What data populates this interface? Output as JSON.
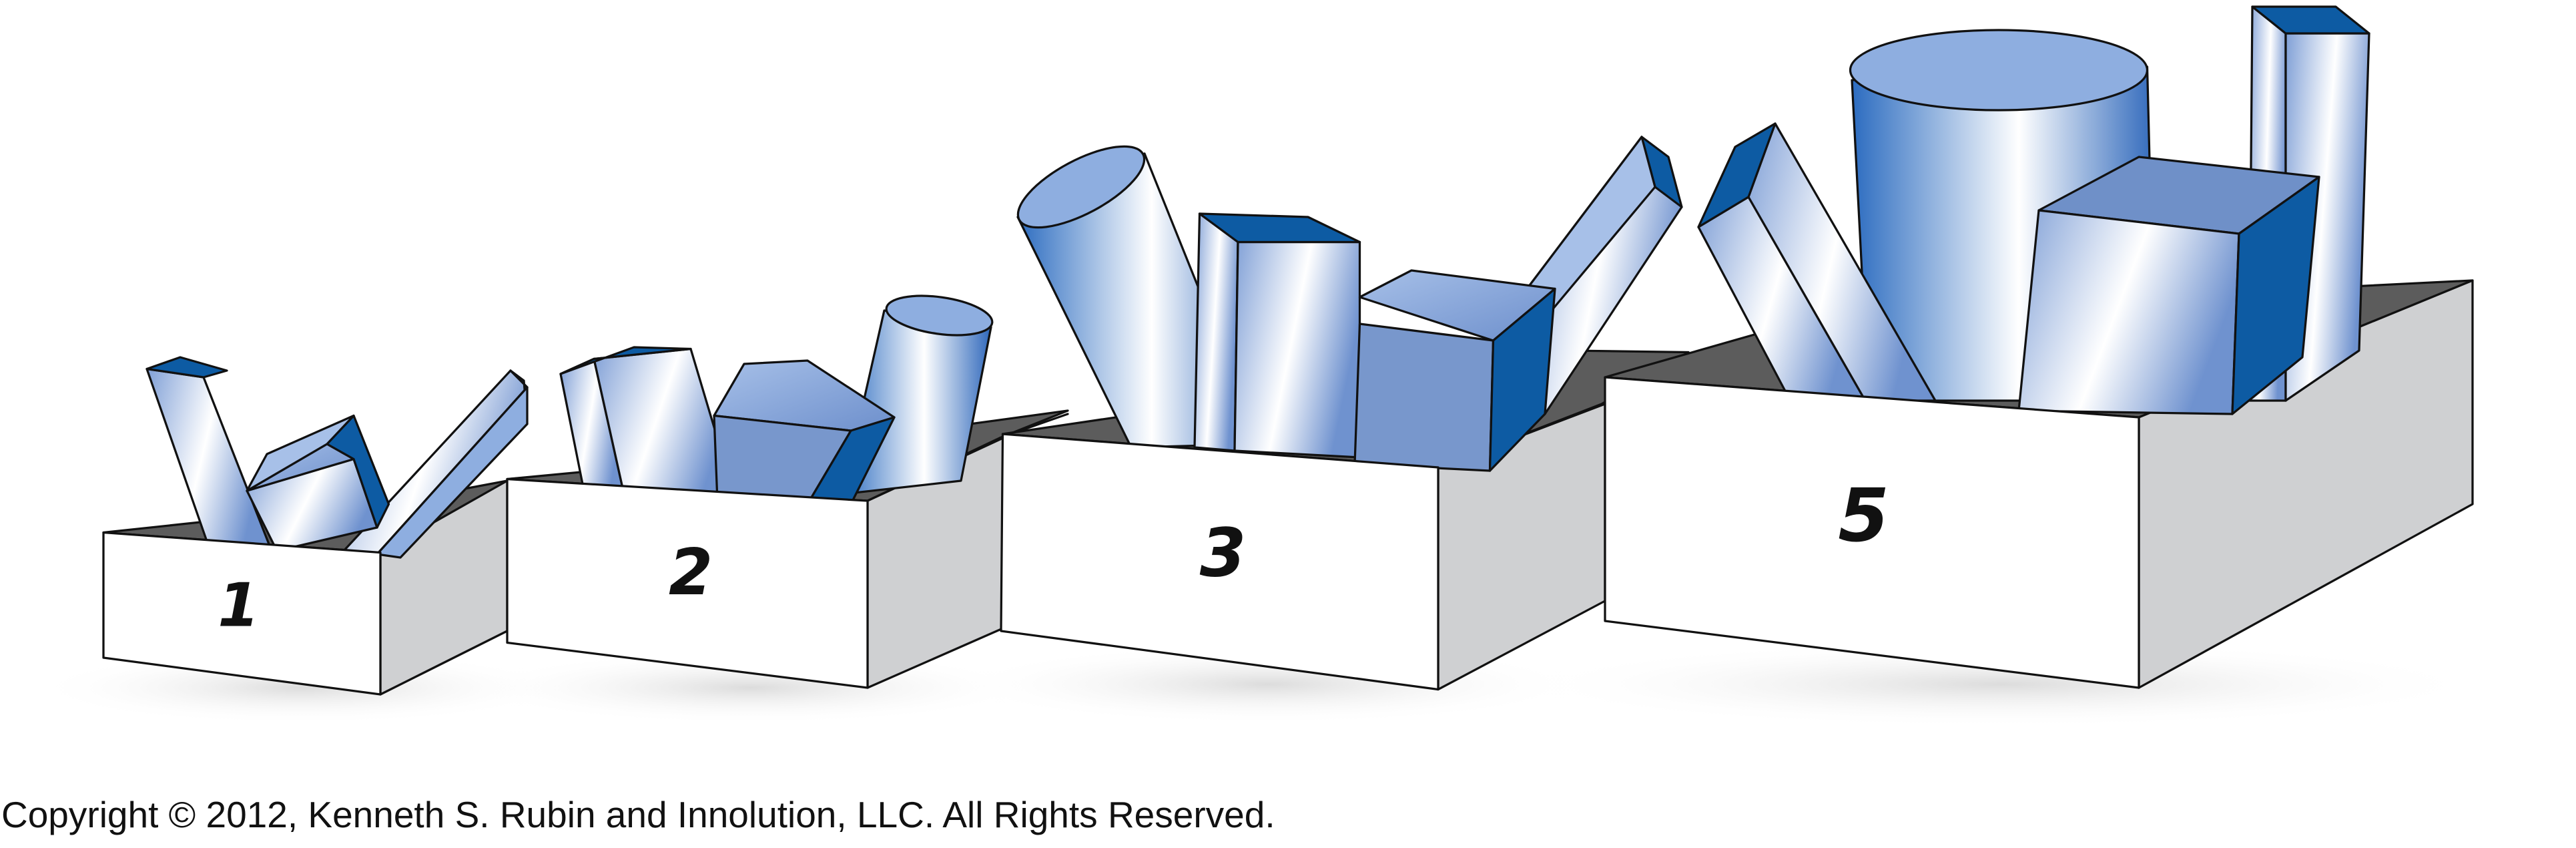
{
  "boxes": [
    {
      "label": "1"
    },
    {
      "label": "2"
    },
    {
      "label": "3"
    },
    {
      "label": "5"
    }
  ],
  "copyright": "Copyright © 2012, Kenneth S. Rubin and Innolution, LLC. All Rights Reserved.",
  "colors": {
    "box_front": "#ffffff",
    "box_side": "#cfd0d2",
    "box_inside": "#5c5c5c",
    "object_light": "#ffffff",
    "object_mid": "#8eaee0",
    "object_dark": "#0d5ba3",
    "outline": "#111111"
  }
}
